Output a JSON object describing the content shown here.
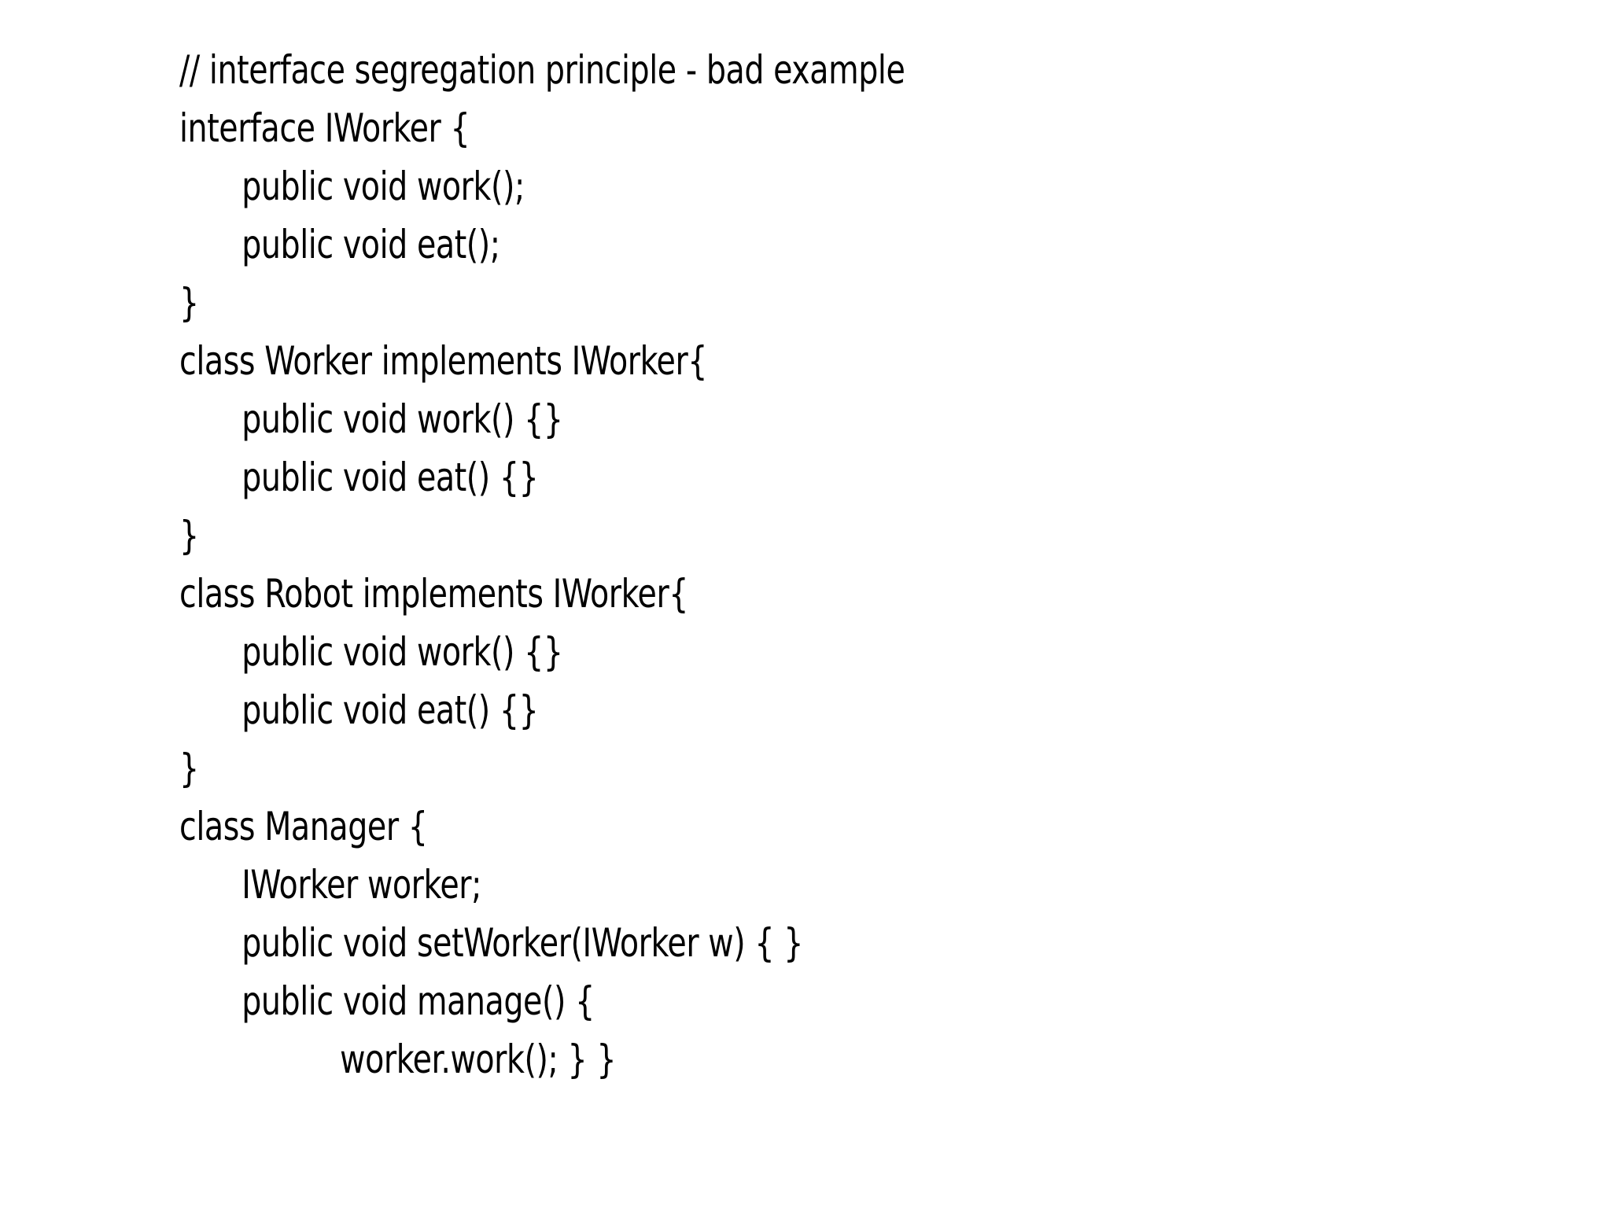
{
  "slide": {
    "background_color": "#ffffff",
    "text_color": "#000000",
    "code_lines": [
      {
        "text": "// interface segregation principle - bad example",
        "indent": 0
      },
      {
        "text": "interface IWorker {",
        "indent": 0
      },
      {
        "text": "public void work();",
        "indent": 1
      },
      {
        "text": "public void eat();",
        "indent": 1
      },
      {
        "text": "}",
        "indent": 0
      },
      {
        "text": "class Worker implements IWorker{",
        "indent": 0
      },
      {
        "text": "public void work() {}",
        "indent": 1
      },
      {
        "text": "public void eat() {}",
        "indent": 1
      },
      {
        "text": "}",
        "indent": 0
      },
      {
        "text": "class Robot implements IWorker{",
        "indent": 0
      },
      {
        "text": "public void work() {}",
        "indent": 1
      },
      {
        "text": "public void eat() {}",
        "indent": 1
      },
      {
        "text": "}",
        "indent": 0
      },
      {
        "text": "class Manager {",
        "indent": 0
      },
      {
        "text": "IWorker worker;",
        "indent": 1
      },
      {
        "text": "public void setWorker(IWorker w) { }",
        "indent": 1
      },
      {
        "text": "public void manage() {",
        "indent": 1
      },
      {
        "text": "worker.work(); } }",
        "indent": 2
      }
    ]
  }
}
